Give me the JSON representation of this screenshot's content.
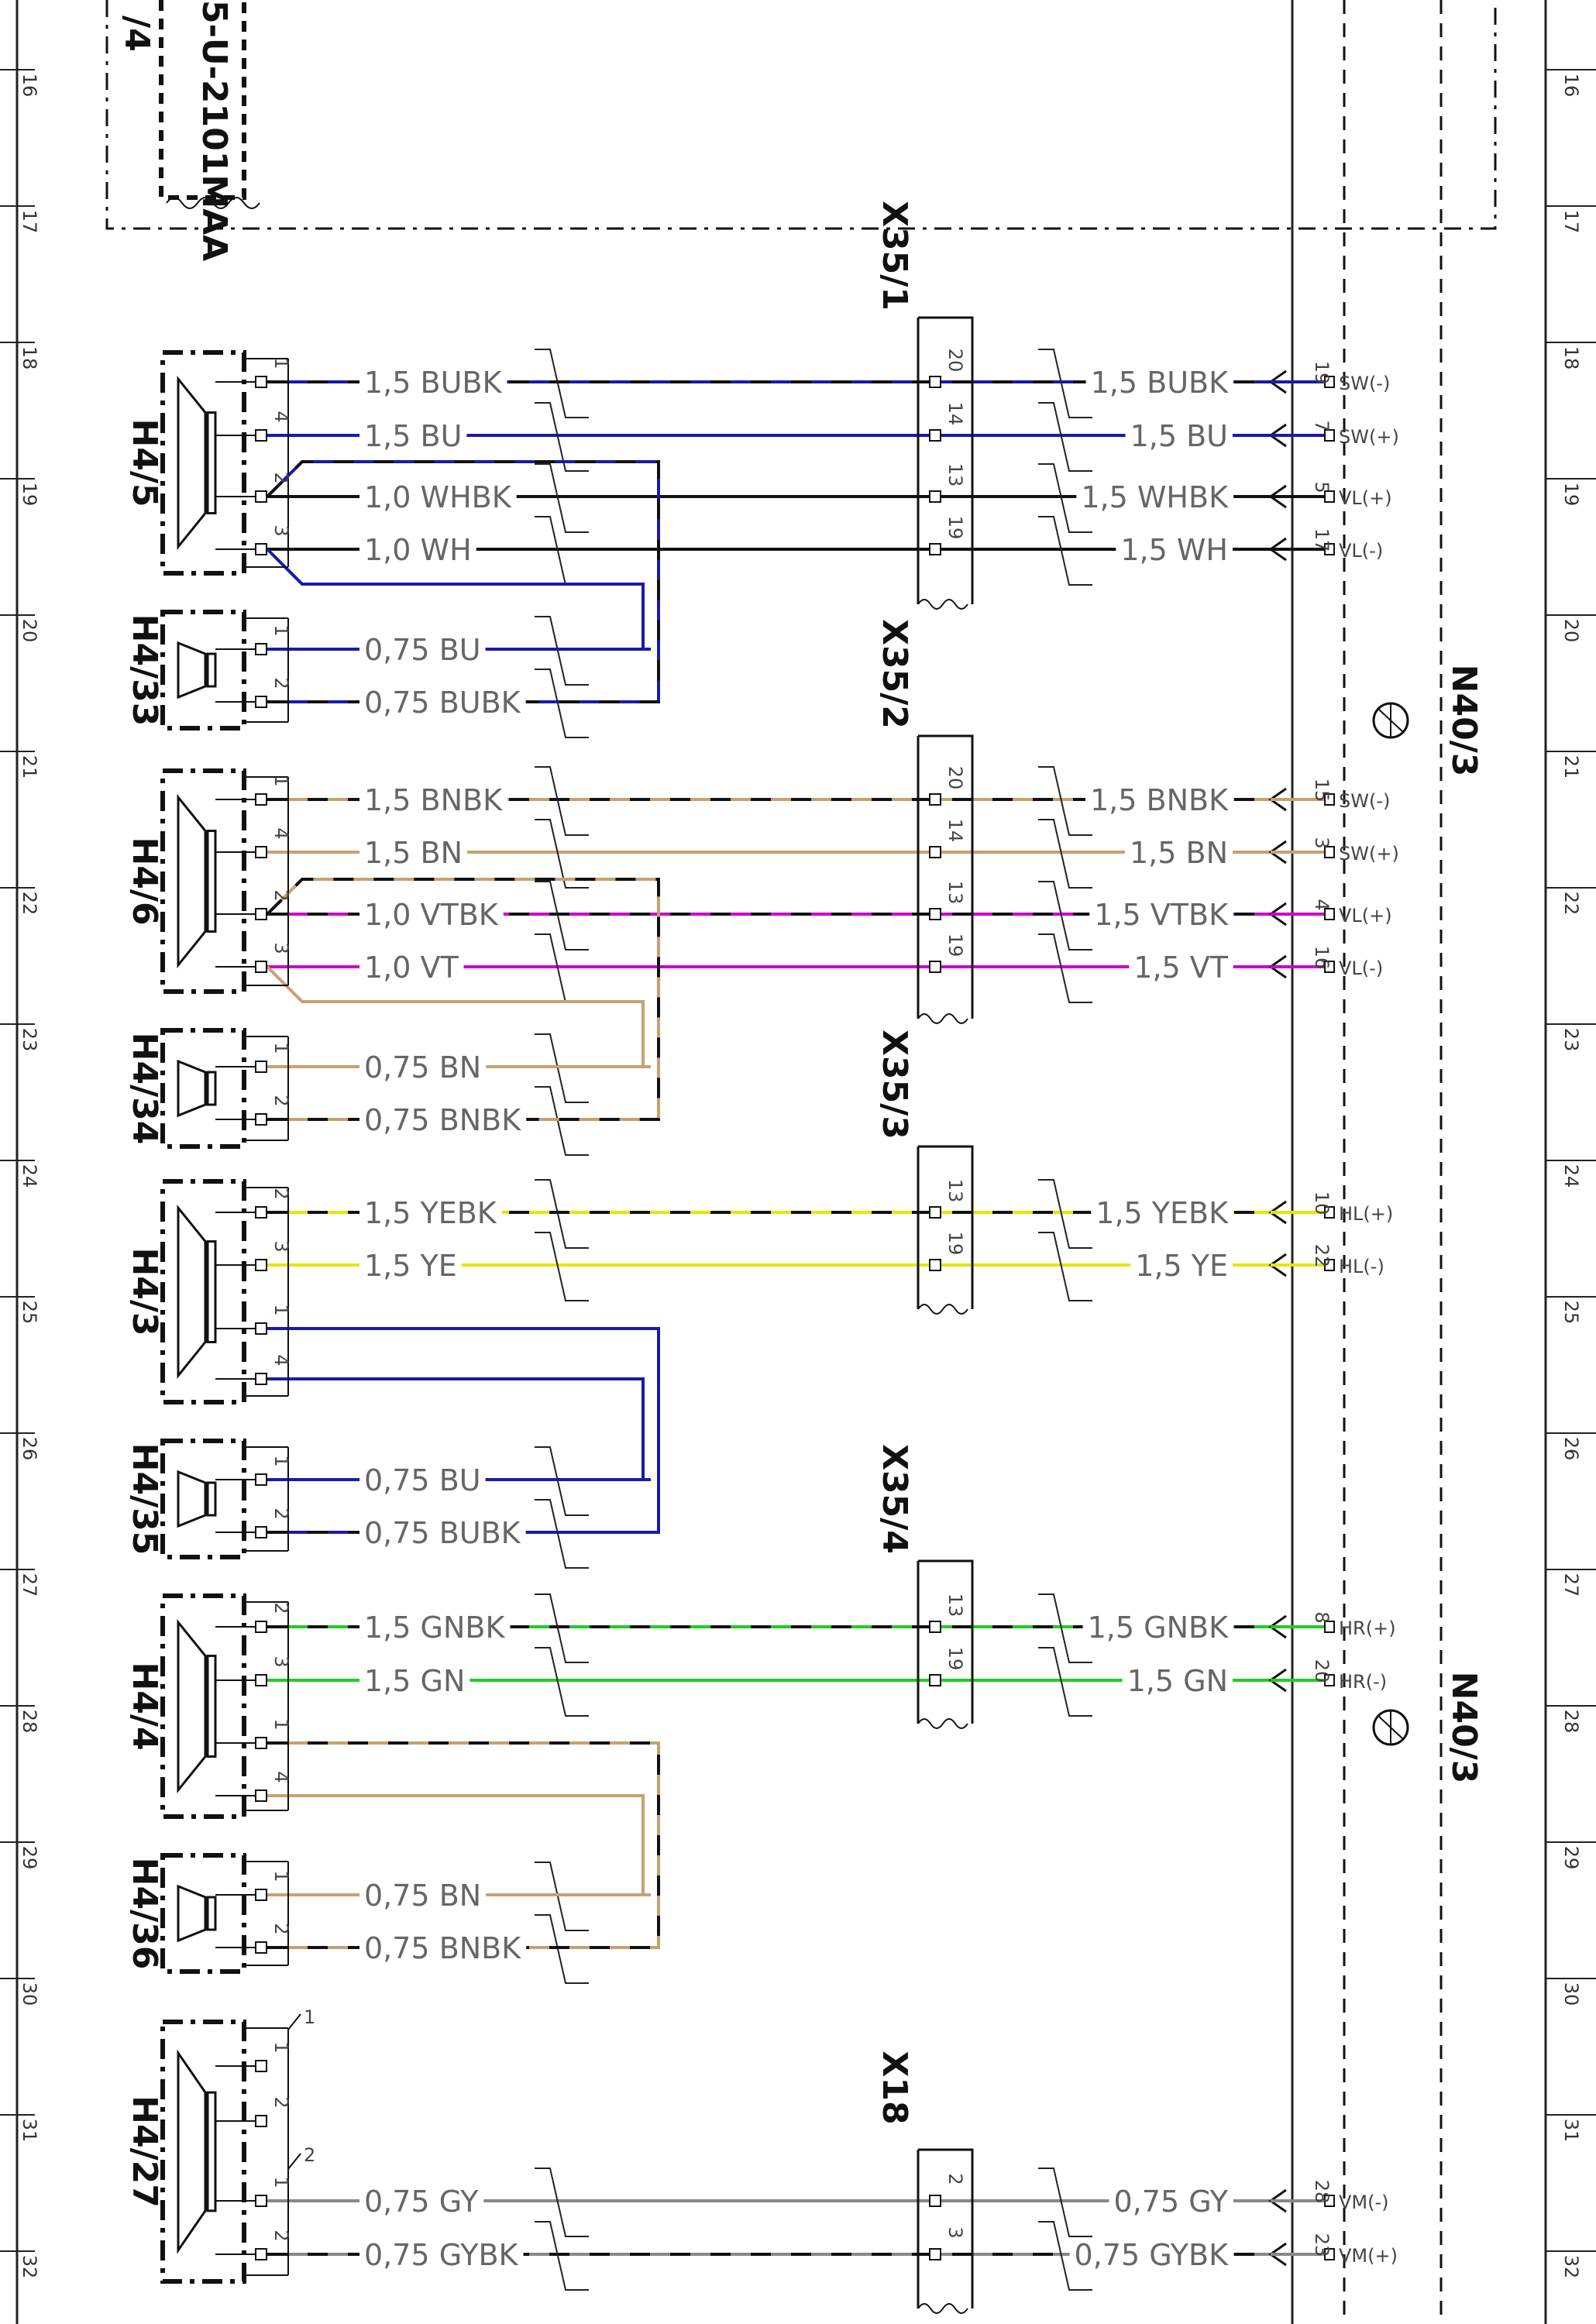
{
  "colors": {
    "BU": "#1a1aaa",
    "WH": "#111111",
    "BN": "#c8a070",
    "VT": "#cc00cc",
    "YE": "#e6e600",
    "GN": "#22cc22",
    "GY": "#888888",
    "frame": "#111111"
  },
  "rows": [
    "16",
    "17",
    "18",
    "19",
    "20",
    "21",
    "22",
    "23",
    "24",
    "25",
    "26",
    "27",
    "28",
    "29",
    "30",
    "31",
    "32"
  ],
  "top_fragment": {
    "text1": "5-U-2101MAA",
    "text2": "/4"
  },
  "modules": [
    {
      "id": "N40/3"
    },
    {
      "id": "N40/3"
    }
  ],
  "connectors": [
    {
      "id": "X35/1",
      "pins": [
        "20",
        "14",
        "13",
        "19"
      ]
    },
    {
      "id": "X35/2",
      "pins": [
        "20",
        "14",
        "13",
        "19"
      ]
    },
    {
      "id": "X35/3",
      "pins": [
        "13",
        "19"
      ]
    },
    {
      "id": "X35/4",
      "pins": [
        "13",
        "19"
      ]
    },
    {
      "id": "X18",
      "pins": [
        "2",
        "3"
      ]
    }
  ],
  "speakers": [
    {
      "id": "H4/5",
      "pins": [
        "1",
        "4",
        "2",
        "3"
      ]
    },
    {
      "id": "H4/33",
      "pins": [
        "1",
        "2"
      ]
    },
    {
      "id": "H4/6",
      "pins": [
        "1",
        "4",
        "2",
        "3"
      ]
    },
    {
      "id": "H4/34",
      "pins": [
        "1",
        "2"
      ]
    },
    {
      "id": "H4/3",
      "pins": [
        "2",
        "3",
        "1",
        "4"
      ]
    },
    {
      "id": "H4/35",
      "pins": [
        "1",
        "2"
      ]
    },
    {
      "id": "H4/4",
      "pins": [
        "2",
        "3",
        "1",
        "4"
      ]
    },
    {
      "id": "H4/36",
      "pins": [
        "1",
        "2"
      ]
    },
    {
      "id": "H4/27",
      "pins": [
        "1",
        "2",
        "1",
        "2"
      ]
    }
  ],
  "h4_27_markers": [
    "1",
    "2"
  ],
  "wires": [
    {
      "left": "1,5 BUBK",
      "right": "1,5 BUBK",
      "color": "BU",
      "stripe": true,
      "pin": "19",
      "signal": "SW(-)"
    },
    {
      "left": "1,5 BU",
      "right": "1,5 BU",
      "color": "BU",
      "stripe": false,
      "pin": "7",
      "signal": "SW(+)"
    },
    {
      "left": "1,0 WHBK",
      "right": "1,5 WHBK",
      "color": "WH",
      "stripe": false,
      "pin": "5",
      "signal": "VL(+)"
    },
    {
      "left": "1,0 WH",
      "right": "1,5 WH",
      "color": "WH",
      "stripe": false,
      "pin": "17",
      "signal": "VL(-)"
    },
    {
      "left": "0,75 BU",
      "right": "",
      "color": "BU",
      "stripe": false,
      "pin": "",
      "signal": ""
    },
    {
      "left": "0,75 BUBK",
      "right": "",
      "color": "BU",
      "stripe": true,
      "pin": "",
      "signal": ""
    },
    {
      "left": "1,5 BNBK",
      "right": "1,5 BNBK",
      "color": "BN",
      "stripe": true,
      "pin": "15",
      "signal": "SW(-)"
    },
    {
      "left": "1,5 BN",
      "right": "1,5 BN",
      "color": "BN",
      "stripe": false,
      "pin": "3",
      "signal": "SW(+)"
    },
    {
      "left": "1,0 VTBK",
      "right": "1,5 VTBK",
      "color": "VT",
      "stripe": true,
      "pin": "4",
      "signal": "VL(+)"
    },
    {
      "left": "1,0 VT",
      "right": "1,5 VT",
      "color": "VT",
      "stripe": false,
      "pin": "16",
      "signal": "VL(-)"
    },
    {
      "left": "0,75 BN",
      "right": "",
      "color": "BN",
      "stripe": false,
      "pin": "",
      "signal": ""
    },
    {
      "left": "0,75 BNBK",
      "right": "",
      "color": "BN",
      "stripe": true,
      "pin": "",
      "signal": ""
    },
    {
      "left": "1,5 YEBK",
      "right": "1,5 YEBK",
      "color": "YE",
      "stripe": true,
      "pin": "10",
      "signal": "HL(+)"
    },
    {
      "left": "1,5 YE",
      "right": "1,5 YE",
      "color": "YE",
      "stripe": false,
      "pin": "22",
      "signal": "HL(-)"
    },
    {
      "left": "0,75 BU",
      "right": "",
      "color": "BU",
      "stripe": false,
      "pin": "",
      "signal": ""
    },
    {
      "left": "0,75 BUBK",
      "right": "",
      "color": "BU",
      "stripe": true,
      "pin": "",
      "signal": ""
    },
    {
      "left": "1,5 GNBK",
      "right": "1,5 GNBK",
      "color": "GN",
      "stripe": true,
      "pin": "8",
      "signal": "HR(+)"
    },
    {
      "left": "1,5 GN",
      "right": "1,5 GN",
      "color": "GN",
      "stripe": false,
      "pin": "20",
      "signal": "HR(-)"
    },
    {
      "left": "0,75 BN",
      "right": "",
      "color": "BN",
      "stripe": false,
      "pin": "",
      "signal": ""
    },
    {
      "left": "0,75 BNBK",
      "right": "",
      "color": "BN",
      "stripe": true,
      "pin": "",
      "signal": ""
    },
    {
      "left": "0,75 GY",
      "right": "0,75 GY",
      "color": "GY",
      "stripe": false,
      "pin": "28",
      "signal": "VM(-)"
    },
    {
      "left": "0,75 GYBK",
      "right": "0,75 GYBK",
      "color": "GY",
      "stripe": true,
      "pin": "23",
      "signal": "VM(+)"
    }
  ]
}
